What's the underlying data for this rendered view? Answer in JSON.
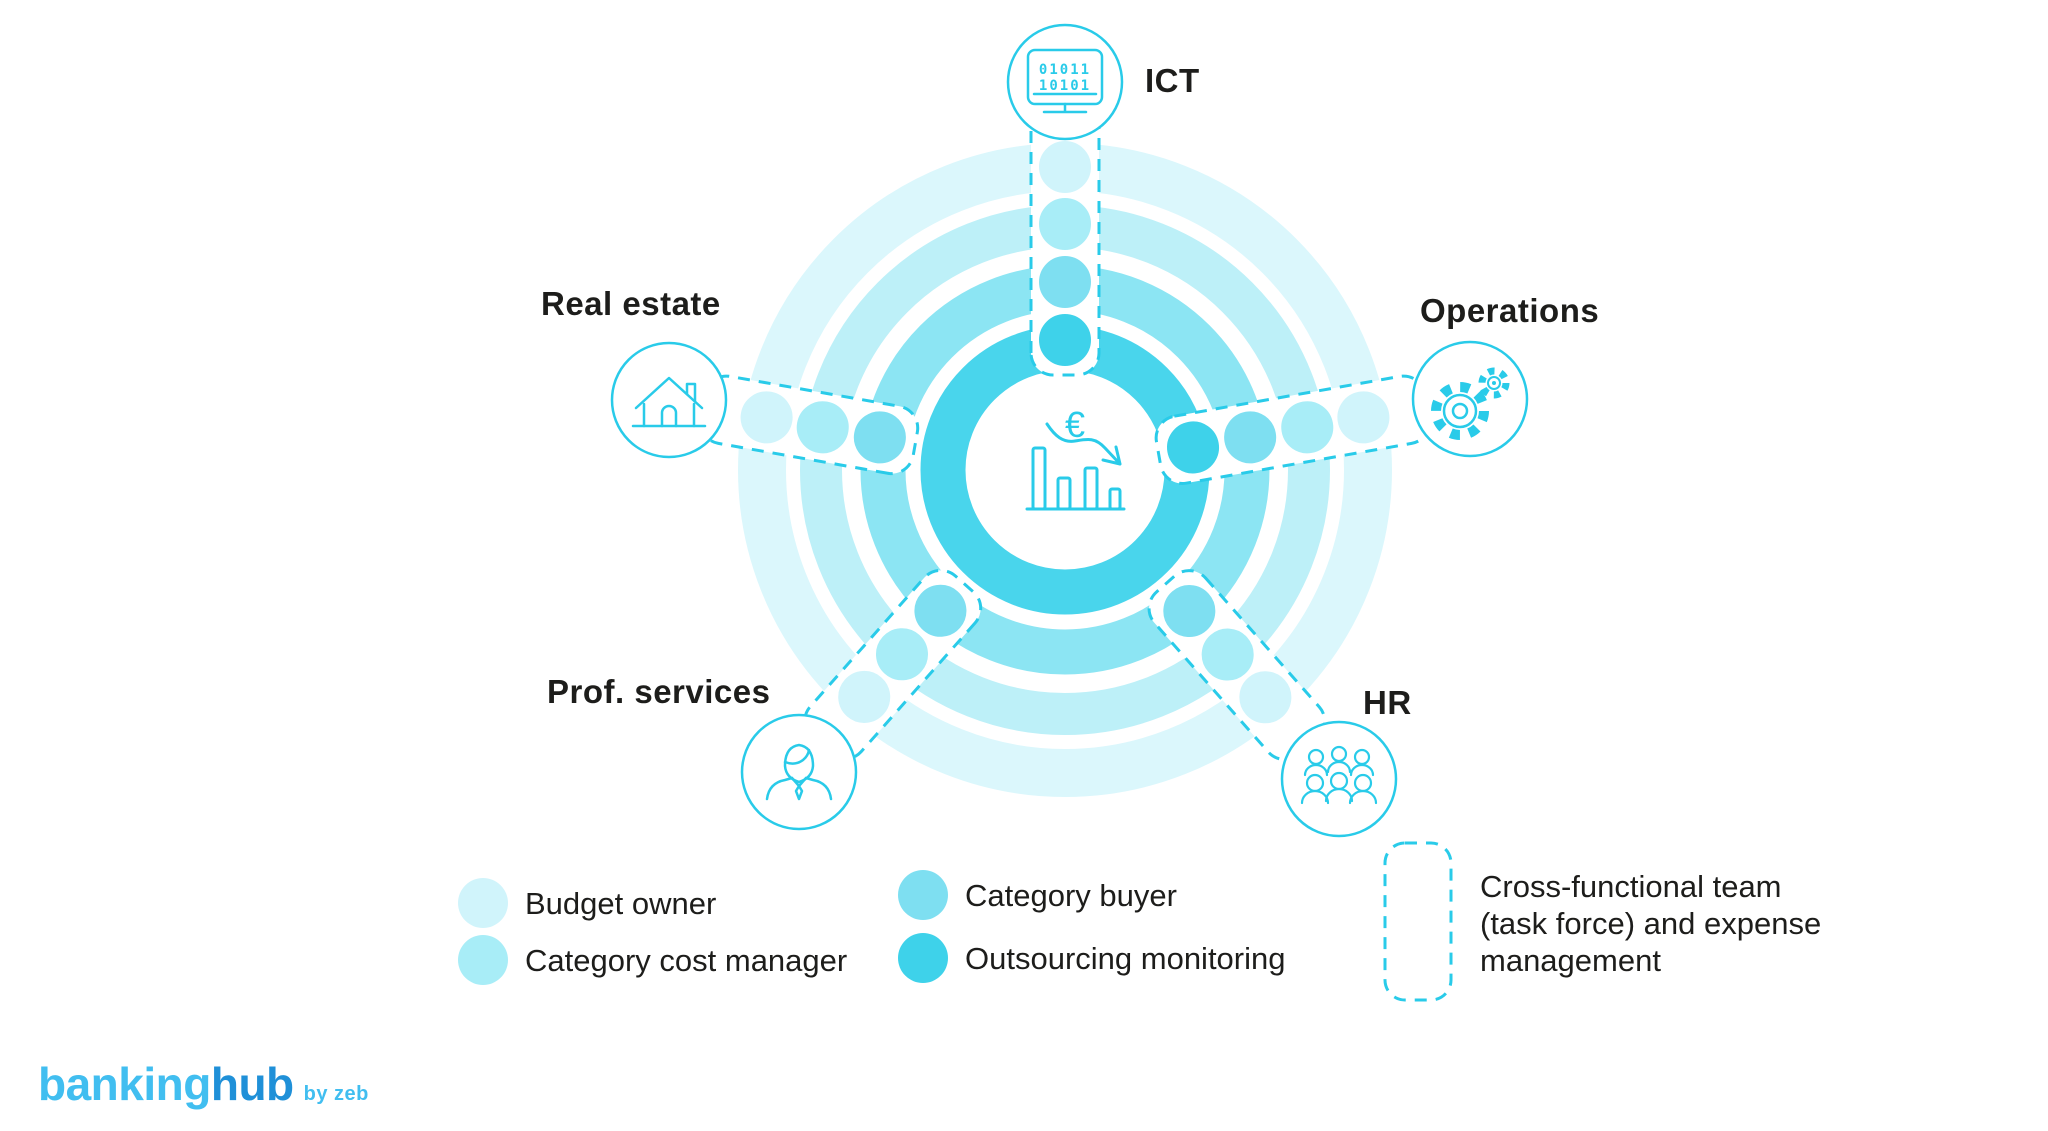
{
  "colors": {
    "stroke": "#29cbe9",
    "label": "#1d1d1b",
    "band_tint": "#d9f6fb",
    "rings": {
      "r1": "#dbf7fc",
      "r2": "#bdf0f8",
      "r3": "#8ce5f3",
      "r4": "#49d5ec"
    },
    "roles": {
      "budget_owner": "#d0f4fb",
      "category_cost_manager": "#a8edf7",
      "category_buyer": "#7edff1",
      "outsourcing_monitoring": "#3ed2ea"
    },
    "logo_light": "#41bef0",
    "logo_dark": "#1f90d8"
  },
  "diagram": {
    "categories": [
      {
        "label": "ICT"
      },
      {
        "label": "Operations"
      },
      {
        "label": "Real estate"
      },
      {
        "label": "Prof. services"
      },
      {
        "label": "HR"
      }
    ],
    "ict_binary": {
      "line1": "01011",
      "line2": "10101"
    },
    "center_icon": {
      "euro": "€"
    }
  },
  "legend": {
    "items": [
      {
        "label": "Budget owner"
      },
      {
        "label": "Category cost manager"
      },
      {
        "label": "Category buyer"
      },
      {
        "label": "Outsourcing monitoring"
      }
    ],
    "cross_functional": {
      "line1": "Cross-functional team",
      "line2": "(task force) and expense",
      "line3": "management"
    }
  },
  "logo": {
    "part1": "banking",
    "part2": "hub",
    "byline": "by zeb"
  }
}
